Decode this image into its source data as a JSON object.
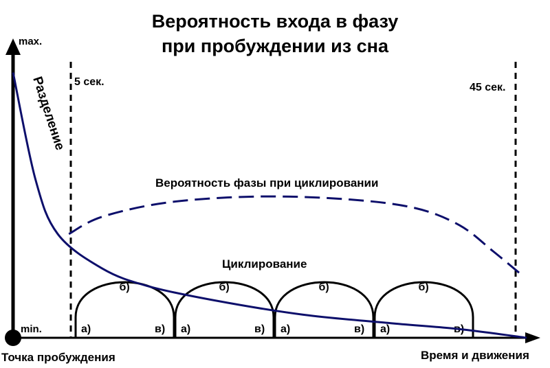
{
  "chart_data": {
    "type": "line",
    "title_line1": "Вероятность входа в фазу",
    "title_line2": "при пробуждении из сна",
    "y_axis": {
      "max_label": "max.",
      "min_label": "min."
    },
    "x_axis": {
      "origin_label": "Точка пробуждения",
      "end_label": "Время и движения"
    },
    "markers": [
      {
        "label": "5 сек.",
        "x": 5
      },
      {
        "label": "45 сек.",
        "x": 45
      }
    ],
    "series": [
      {
        "name": "Разделение",
        "style": "solid",
        "color": "#0d0f6b",
        "points": [
          [
            0,
            0.92
          ],
          [
            2,
            0.55
          ],
          [
            4,
            0.36
          ],
          [
            8,
            0.24
          ],
          [
            12,
            0.18
          ],
          [
            18,
            0.13
          ],
          [
            26,
            0.08
          ],
          [
            34,
            0.05
          ],
          [
            40,
            0.03
          ],
          [
            46,
            0.0
          ]
        ]
      },
      {
        "name": "Вероятность фазы при циклировании",
        "style": "dashed",
        "color": "#0d0f6b",
        "points": [
          [
            5,
            0.36
          ],
          [
            8,
            0.42
          ],
          [
            14,
            0.47
          ],
          [
            22,
            0.49
          ],
          [
            30,
            0.48
          ],
          [
            36,
            0.45
          ],
          [
            40,
            0.39
          ],
          [
            43,
            0.3
          ],
          [
            45.5,
            0.22
          ]
        ]
      }
    ],
    "cycles": {
      "name": "Циклирование",
      "labels": {
        "a": "а)",
        "b": "б)",
        "c": "в)"
      },
      "count": 4
    },
    "colors": {
      "curve": "#0d0f6b",
      "axis": "#000000"
    }
  }
}
